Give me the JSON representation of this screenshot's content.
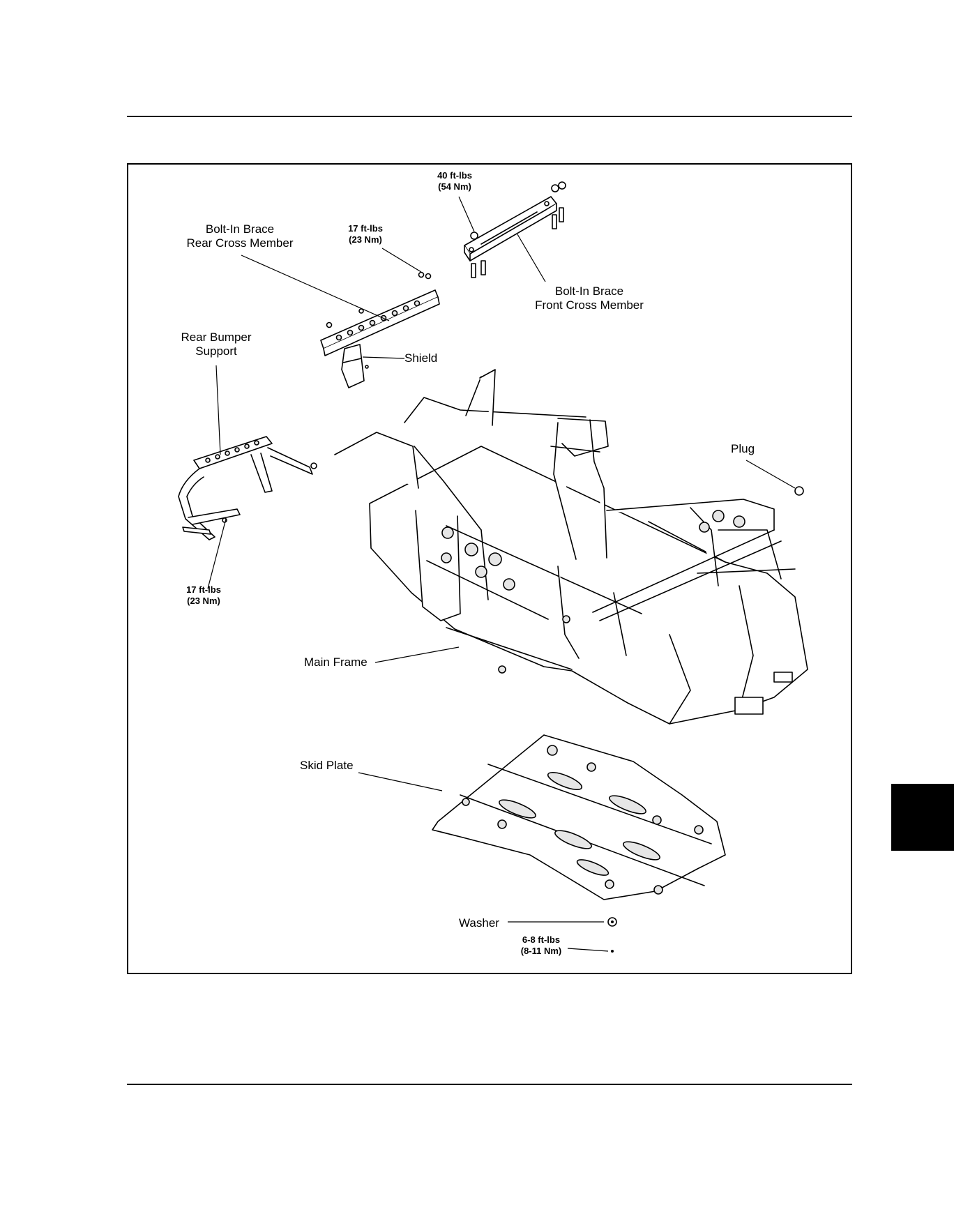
{
  "labels": {
    "rear_cross_member": {
      "line1": "Bolt-In Brace",
      "line2": "Rear Cross Member"
    },
    "front_cross_member": {
      "line1": "Bolt-In Brace",
      "line2": "Front Cross Member"
    },
    "rear_bumper_support": {
      "line1": "Rear Bumper",
      "line2": "Support"
    },
    "shield": "Shield",
    "plug": "Plug",
    "main_frame": "Main Frame",
    "skid_plate": "Skid Plate",
    "washer": "Washer"
  },
  "torque_specs": {
    "front_brace_nut": {
      "line1": "40 ft-lbs",
      "line2": "(54 Nm)"
    },
    "rear_brace_bolt": {
      "line1": "17 ft-lbs",
      "line2": "(23 Nm)"
    },
    "bumper_support_bolt": {
      "line1": "17 ft-lbs",
      "line2": "(23 Nm)"
    },
    "skid_plate_screw": {
      "line1": "6-8 ft-lbs",
      "line2": "(8-11 Nm)"
    }
  },
  "colors": {
    "ink": "#000000",
    "tab": "#000000",
    "part_fill": "#ffffff",
    "hole_fill": "#e6e6e6"
  }
}
